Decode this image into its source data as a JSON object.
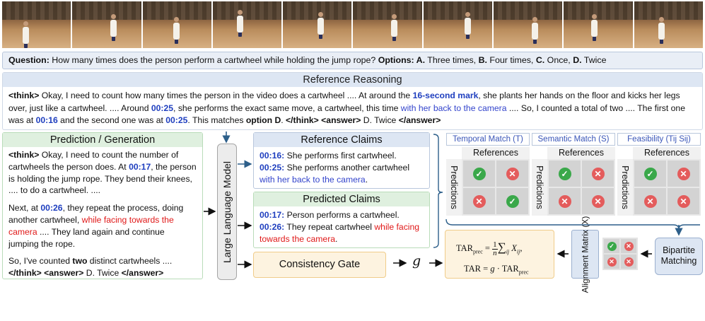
{
  "frames": [
    {
      "fig": [
        0.3,
        0.55
      ]
    },
    {
      "fig": [
        0.55,
        0.4
      ]
    },
    {
      "fig": [
        0.45,
        0.45
      ]
    },
    {
      "fig": [
        0.35,
        0.3
      ]
    },
    {
      "fig": [
        0.5,
        0.35
      ]
    },
    {
      "fig": [
        0.55,
        0.4
      ]
    },
    {
      "fig": [
        0.6,
        0.35
      ]
    },
    {
      "fig": [
        0.55,
        0.45
      ]
    },
    {
      "fig": [
        0.4,
        0.4
      ]
    },
    {
      "fig": [
        0.35,
        0.45
      ]
    }
  ],
  "question": {
    "label": "Question:",
    "text": " How many times does the person perform a cartwheel while holding the jump rope? ",
    "options_label": "Options:",
    "a_key": " A.",
    "a_val": " Three times, ",
    "b_key": "B.",
    "b_val": " Four times, ",
    "c_key": "C.",
    "c_val": " Once, ",
    "d_key": "D.",
    "d_val": " Twice"
  },
  "reference_reasoning": {
    "title": "Reference Reasoning",
    "think_open": "<think>",
    "t1": " Okay, I need to count how many times the person in the video does a cartwheel .... At around the ",
    "ts1": "16-second mark",
    "t2": ", she plants her hands on the floor and kicks her legs over, just like a cartwheel. .... Around ",
    "ts2": "00:25",
    "t3": ", she performs the exact same move, a cartwheel, this time ",
    "hl": "with her back to the camera",
    "t4": " .... So, I counted a total of two .... The first one was at ",
    "ts3": "00:16",
    "t5": " and the second one was at ",
    "ts4": "00:25",
    "t6": ". This matches ",
    "opt": "option D",
    "t7": ". ",
    "think_close": "</think>",
    "t8": " ",
    "ans_open": "<answer>",
    "ans": " D. Twice ",
    "ans_close": "</answer>"
  },
  "prediction": {
    "title": "Prediction / Generation",
    "p1_think": "<think>",
    "p1_a": " Okay, I need to count the number of cartwheels the person does. At ",
    "p1_ts": "00:17",
    "p1_b": ", the person is holding the jump rope. They bend their knees, ....  to do a cartwheel. ....",
    "p2_a": "Next, at ",
    "p2_ts": "00:26",
    "p2_b": ", they repeat the process, doing another cartwheel, ",
    "p2_red": "while facing towards the camera",
    "p2_c": " .... They land again and continue jumping the rope.",
    "p3_a": "So, I've counted ",
    "p3_bold": "two",
    "p3_b": " distinct cartwheels .... ",
    "p3_think_close": "</think>",
    "p3_sp": " ",
    "p3_ans_open": "<answer>",
    "p3_ans": " D. Twice ",
    "p3_ans_close": "</answer>"
  },
  "llm_label": "Large Language Model",
  "reference_claims": {
    "title": "Reference Claims",
    "c1_ts": "00:16:",
    "c1": " She performs first cartwheel.",
    "c2_ts": "00:25:",
    "c2": " She performs another cartwheel ",
    "c2_blue": "with her back to the camera",
    "c2_end": "."
  },
  "predicted_claims": {
    "title": "Predicted Claims",
    "c1_ts": "00:17:",
    "c1": " Person performs a cartwheel.",
    "c2_ts": "00:26:",
    "c2": " They repeat cartwheel ",
    "c2_red": "while facing towards the camera",
    "c2_end": "."
  },
  "consistency_gate": "Consistency Gate",
  "g_symbol": "g",
  "matches": [
    {
      "title": "Temporal Match (T)",
      "refs": "References",
      "preds": "Predictions",
      "cells": [
        "ok",
        "no",
        "no",
        "ok"
      ]
    },
    {
      "title": "Semantic Match (S)",
      "refs": "References",
      "preds": "Predictions",
      "cells": [
        "ok",
        "no",
        "no",
        "no"
      ]
    },
    {
      "title": "Feasibility (Tij Sij)",
      "refs": "References",
      "preds": "Predictions",
      "cells": [
        "ok",
        "no",
        "no",
        "no"
      ]
    }
  ],
  "tar": {
    "f1_lhs": "TAR",
    "f1_sub": "prec",
    "f1_eq": " = ",
    "frac_num": "1",
    "frac_den": "n",
    "f1_sum": "∑",
    "f1_sumsub": "ij",
    "f1_x": " X",
    "f1_xsub": "ij",
    "f1_end": ",",
    "f2_lhs": "TAR = ",
    "f2_g": "g",
    "f2_dot": " · TAR",
    "f2_sub": "prec"
  },
  "alignment_matrix": "Alignment Matrix (X)",
  "mini_cells": [
    "ok",
    "no",
    "no",
    "no"
  ],
  "bipartite": {
    "line1": "Bipartite",
    "line2": "Matching"
  },
  "icons": {
    "ok": "✓",
    "no": "✕",
    "ok_color": "#3aa84a",
    "no_color": "#e45c5c"
  }
}
